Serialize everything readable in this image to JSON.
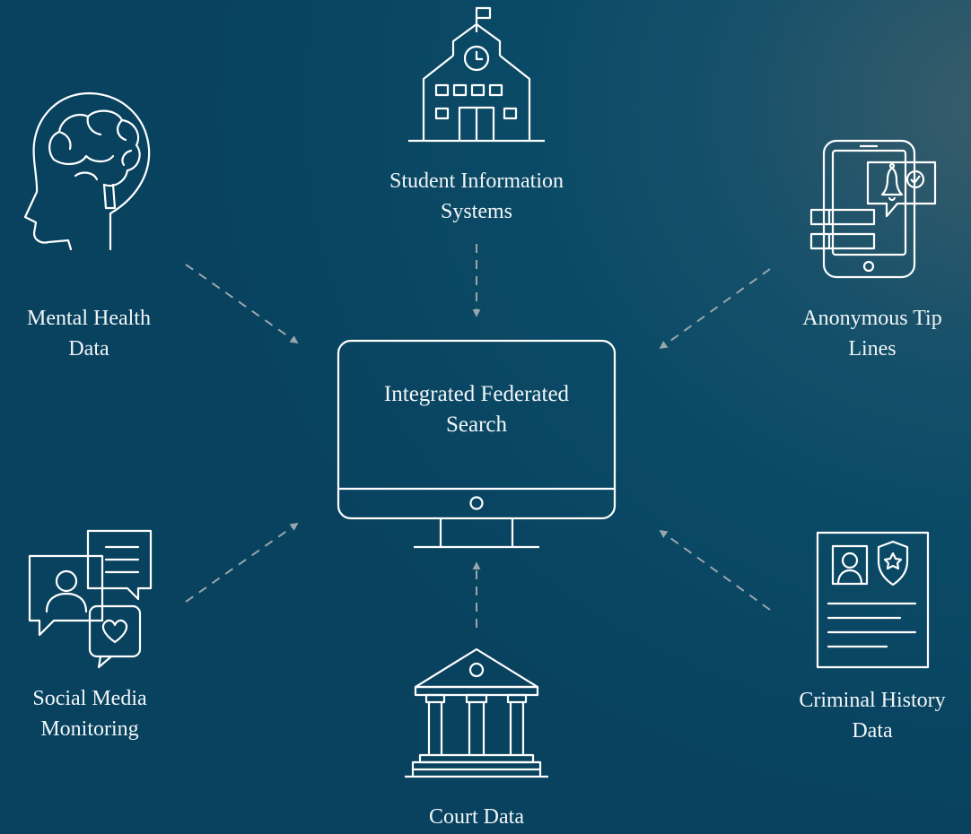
{
  "colors": {
    "background": "#0a4a66",
    "icon_stroke": "#ffffff",
    "arrow": "#9aa6ad",
    "text": "#f2f6f8"
  },
  "hub": {
    "icon": "computer-monitor-icon",
    "line1": "Integrated Federated",
    "line2": "Search"
  },
  "sources": {
    "student": {
      "icon": "school-building-icon",
      "line1": "Student Information",
      "line2": "Systems"
    },
    "mental": {
      "icon": "brain-head-icon",
      "line1": "Mental Health",
      "line2": "Data"
    },
    "tips": {
      "icon": "phone-notification-icon",
      "line1": "Anonymous Tip",
      "line2": "Lines"
    },
    "social": {
      "icon": "chat-bubbles-icon",
      "line1": "Social Media",
      "line2": "Monitoring"
    },
    "criminal": {
      "icon": "record-document-icon",
      "line1": "Criminal History",
      "line2": "Data"
    },
    "court": {
      "icon": "courthouse-icon",
      "line1": "Court Data",
      "line2": ""
    }
  }
}
